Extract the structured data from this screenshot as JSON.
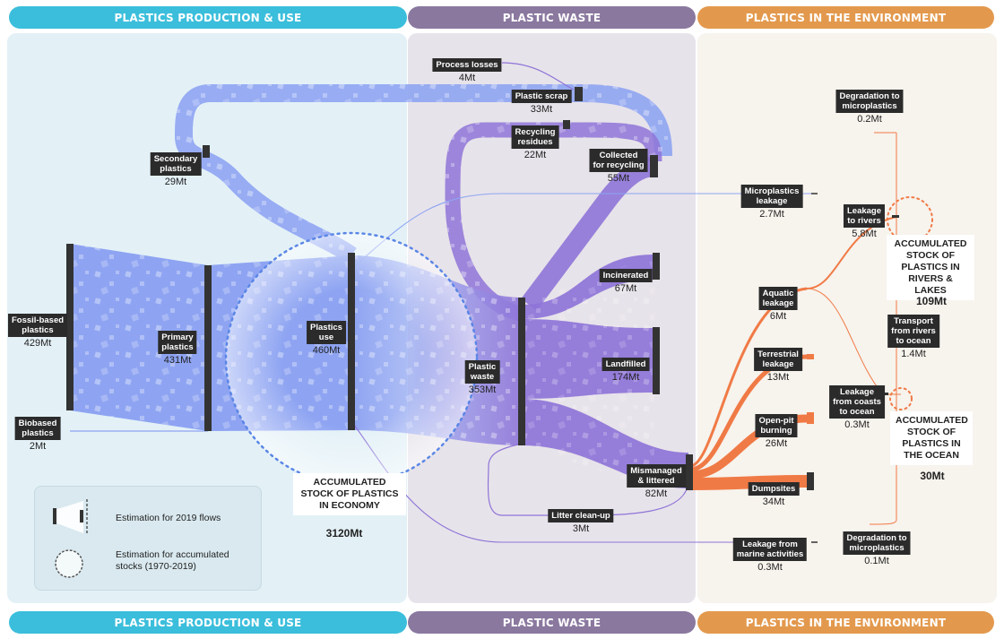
{
  "sections": {
    "production": "PLASTICS PRODUCTION & USE",
    "waste": "PLASTIC WASTE",
    "environment": "PLASTICS IN THE ENVIRONMENT"
  },
  "colors": {
    "production_banner": "#3bbedb",
    "waste_banner": "#8a789f",
    "environment_banner": "#e3994d",
    "production_flow": "#8ea4f2",
    "waste_flow": "#8e74d8",
    "environment_flow": "#f07a45"
  },
  "nodes": {
    "fossil": {
      "name": "Fossil-based\nplastics",
      "value": "429Mt"
    },
    "biobased": {
      "name": "Biobased\nplastics",
      "value": "2Mt"
    },
    "secondary": {
      "name": "Secondary\nplastics",
      "value": "29Mt"
    },
    "primary": {
      "name": "Primary\nplastics",
      "value": "431Mt"
    },
    "use": {
      "name": "Plastics\nuse",
      "value": "460Mt"
    },
    "waste": {
      "name": "Plastic\nwaste",
      "value": "353Mt"
    },
    "process_losses": {
      "name": "Process losses",
      "value": "4Mt"
    },
    "scrap": {
      "name": "Plastic scrap",
      "value": "33Mt"
    },
    "residues": {
      "name": "Recycling\nresidues",
      "value": "22Mt"
    },
    "collected": {
      "name": "Collected\nfor recycling",
      "value": "55Mt"
    },
    "incinerated": {
      "name": "Incinerated",
      "value": "67Mt"
    },
    "landfilled": {
      "name": "Landfilled",
      "value": "174Mt"
    },
    "mismanaged": {
      "name": "Mismanaged\n& littered",
      "value": "82Mt"
    },
    "cleanup": {
      "name": "Litter clean-up",
      "value": "3Mt"
    },
    "micro_leak": {
      "name": "Microplastics\nleakage",
      "value": "2.7Mt"
    },
    "aquatic": {
      "name": "Aquatic\nleakage",
      "value": "6Mt"
    },
    "terrestrial": {
      "name": "Terrestrial\nleakage",
      "value": "13Mt"
    },
    "openpit": {
      "name": "Open-pit\nburning",
      "value": "26Mt"
    },
    "dumpsites": {
      "name": "Dumpsites",
      "value": "34Mt"
    },
    "marine": {
      "name": "Leakage from\nmarine activities",
      "value": "0.3Mt"
    },
    "rivers_leak": {
      "name": "Leakage\nto rivers",
      "value": "5.8Mt"
    },
    "coasts": {
      "name": "Leakage\nfrom coasts\nto ocean",
      "value": "0.3Mt"
    },
    "transport": {
      "name": "Transport\nfrom rivers\nto ocean",
      "value": "1.4Mt"
    },
    "deg_top": {
      "name": "Degradation to\nmicroplastics",
      "value": "0.2Mt"
    },
    "deg_bottom": {
      "name": "Degradation to\nmicroplastics",
      "value": "0.1Mt"
    }
  },
  "stocks": {
    "economy": {
      "name": "ACCUMULATED\nSTOCK OF PLASTICS\nIN ECONOMY",
      "value": "3120Mt"
    },
    "rivers": {
      "name": "ACCUMULATED\nSTOCK OF\nPLASTICS IN\nRIVERS & LAKES",
      "value": "109Mt"
    },
    "ocean": {
      "name": "ACCUMULATED\nSTOCK OF\nPLASTICS IN\nTHE OCEAN",
      "value": "30Mt"
    }
  },
  "legend": {
    "flows": "Estimation for 2019 flows",
    "stocks": "Estimation for accumulated\nstocks (1970-2019)"
  }
}
